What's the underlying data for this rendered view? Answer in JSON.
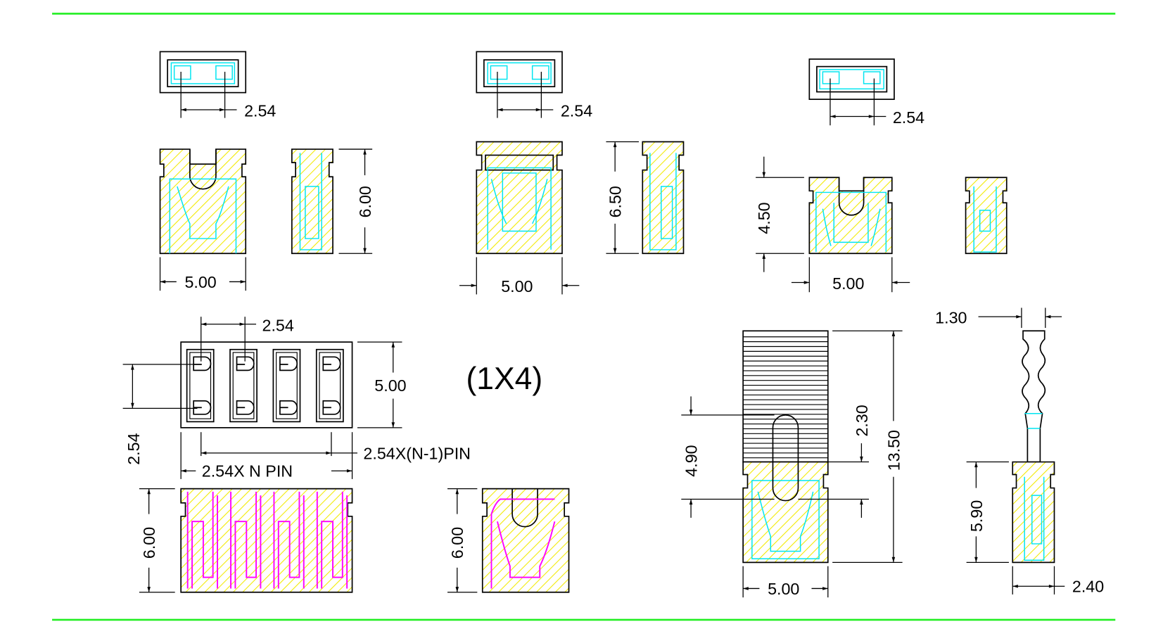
{
  "colors": {
    "frame_line": "#22ee22",
    "hatch": "#ffff00",
    "contact_cyan": "#00e5f0",
    "contact_magenta": "#ff00ff"
  },
  "view_a": {
    "pitch": "2.54",
    "width": "5.00",
    "height": "6.00"
  },
  "view_b": {
    "pitch": "2.54",
    "width": "5.00",
    "height": "6.50"
  },
  "view_c": {
    "pitch": "2.54",
    "width": "5.00",
    "height": "4.50"
  },
  "multi": {
    "label": "(1X4)",
    "pitch": "2.54",
    "height": "5.00",
    "row_pitch": "2.54",
    "span_label": "2.54X(N-1)PIN",
    "total_label": "2.54X N PIN",
    "body_height": "6.00",
    "single_height": "6.00"
  },
  "tab_view": {
    "total": "13.50",
    "tab_drop": "4.90",
    "tab_offset": "2.30",
    "width": "5.00"
  },
  "pin_view": {
    "pin_width": "1.30",
    "housing_height": "5.90",
    "housing_width": "2.40"
  }
}
